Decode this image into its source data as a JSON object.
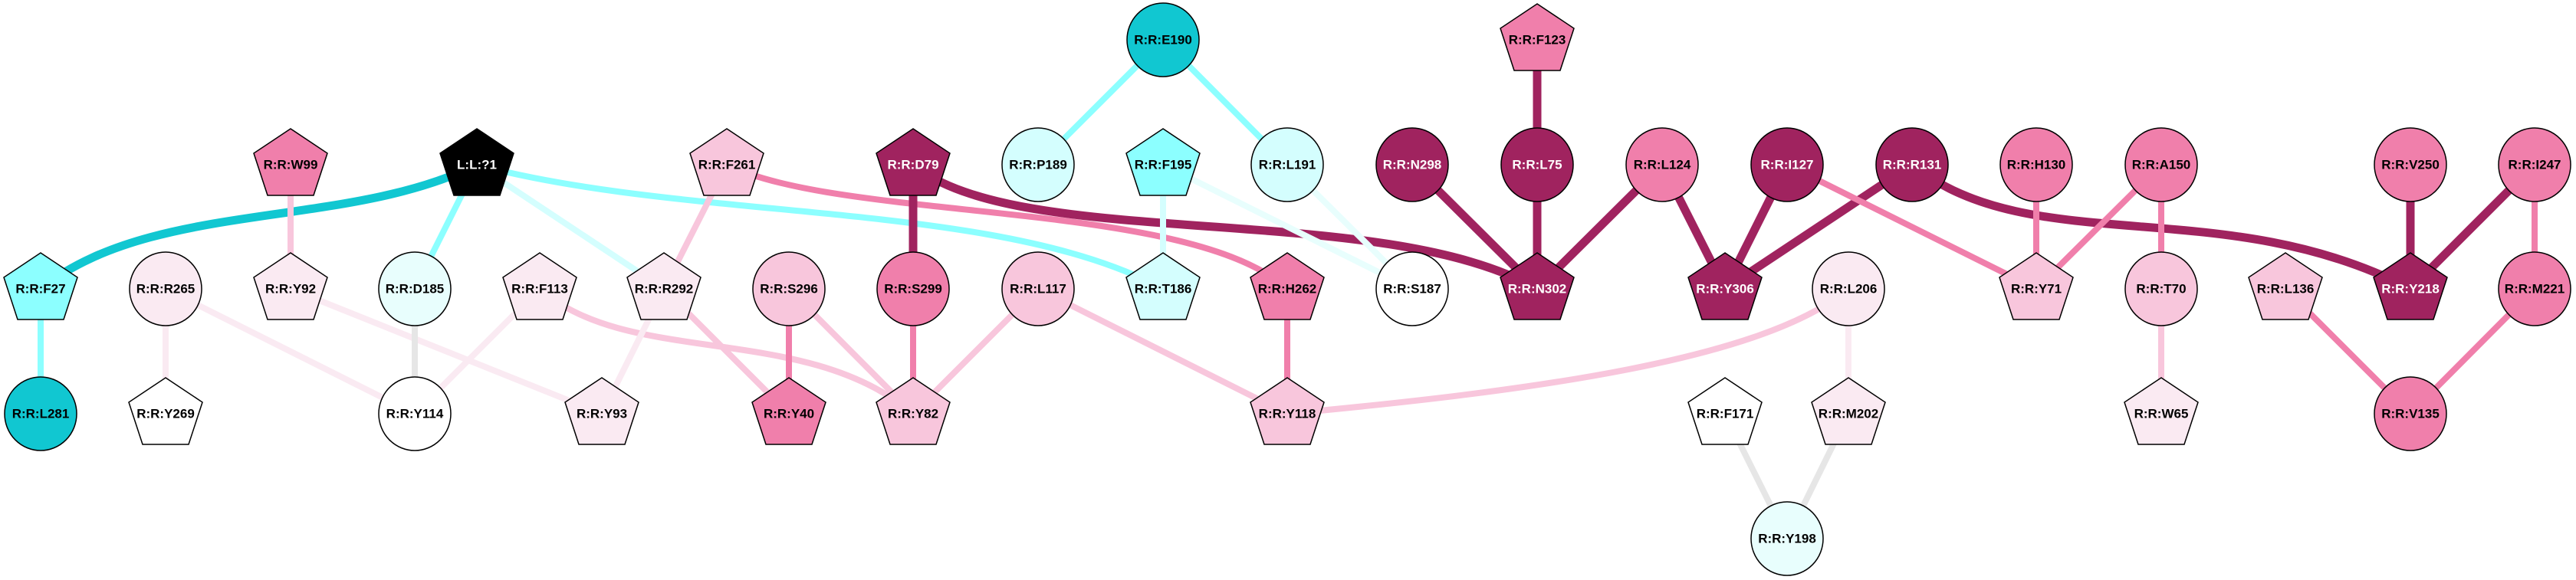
{
  "colors": {
    "dark": "#A0235F",
    "pink": "#F07FAB",
    "lightpink": "#F8C6DC",
    "palepink": "#FAEAF2",
    "cyan": "#11C7D1",
    "aqua": "#8CFFFF",
    "lightaqua": "#D4FEFE",
    "paleaqua": "#E8FEFD",
    "gray": "#E6E6E6",
    "white": "#FFFFFF",
    "black": "#000000"
  },
  "nodes": [
    {
      "id": "E190",
      "label": "R:R:E190",
      "shape": "circle",
      "fill": "cyan"
    },
    {
      "id": "F123",
      "label": "R:R:F123",
      "shape": "pentagon",
      "fill": "pink"
    },
    {
      "id": "W99",
      "label": "R:R:W99",
      "shape": "pentagon",
      "fill": "pink"
    },
    {
      "id": "L1",
      "label": "L:L:?1",
      "shape": "pentagon",
      "fill": "black"
    },
    {
      "id": "F261",
      "label": "R:R:F261",
      "shape": "pentagon",
      "fill": "lightpink"
    },
    {
      "id": "D79",
      "label": "R:R:D79",
      "shape": "pentagon",
      "fill": "dark"
    },
    {
      "id": "P189",
      "label": "R:R:P189",
      "shape": "circle",
      "fill": "lightaqua"
    },
    {
      "id": "F195",
      "label": "R:R:F195",
      "shape": "pentagon",
      "fill": "aqua"
    },
    {
      "id": "L191",
      "label": "R:R:L191",
      "shape": "circle",
      "fill": "lightaqua"
    },
    {
      "id": "N298",
      "label": "R:R:N298",
      "shape": "circle",
      "fill": "dark"
    },
    {
      "id": "L75",
      "label": "R:R:L75",
      "shape": "circle",
      "fill": "dark"
    },
    {
      "id": "L124",
      "label": "R:R:L124",
      "shape": "circle",
      "fill": "pink"
    },
    {
      "id": "I127",
      "label": "R:R:I127",
      "shape": "circle",
      "fill": "dark"
    },
    {
      "id": "R131",
      "label": "R:R:R131",
      "shape": "circle",
      "fill": "dark"
    },
    {
      "id": "H130",
      "label": "R:R:H130",
      "shape": "circle",
      "fill": "pink"
    },
    {
      "id": "A150",
      "label": "R:R:A150",
      "shape": "circle",
      "fill": "pink"
    },
    {
      "id": "V250",
      "label": "R:R:V250",
      "shape": "circle",
      "fill": "pink"
    },
    {
      "id": "I247",
      "label": "R:R:I247",
      "shape": "circle",
      "fill": "pink"
    },
    {
      "id": "F27",
      "label": "R:R:F27",
      "shape": "pentagon",
      "fill": "aqua"
    },
    {
      "id": "R265",
      "label": "R:R:R265",
      "shape": "circle",
      "fill": "palepink"
    },
    {
      "id": "Y92",
      "label": "R:R:Y92",
      "shape": "pentagon",
      "fill": "palepink"
    },
    {
      "id": "D185",
      "label": "R:R:D185",
      "shape": "circle",
      "fill": "paleaqua"
    },
    {
      "id": "F113",
      "label": "R:R:F113",
      "shape": "pentagon",
      "fill": "palepink"
    },
    {
      "id": "R292",
      "label": "R:R:R292",
      "shape": "pentagon",
      "fill": "palepink"
    },
    {
      "id": "S296",
      "label": "R:R:S296",
      "shape": "circle",
      "fill": "lightpink"
    },
    {
      "id": "S299",
      "label": "R:R:S299",
      "shape": "circle",
      "fill": "pink"
    },
    {
      "id": "L117",
      "label": "R:R:L117",
      "shape": "circle",
      "fill": "lightpink"
    },
    {
      "id": "T186",
      "label": "R:R:T186",
      "shape": "pentagon",
      "fill": "lightaqua"
    },
    {
      "id": "H262",
      "label": "R:R:H262",
      "shape": "pentagon",
      "fill": "pink"
    },
    {
      "id": "S187",
      "label": "R:R:S187",
      "shape": "circle",
      "fill": "white"
    },
    {
      "id": "N302",
      "label": "R:R:N302",
      "shape": "pentagon",
      "fill": "dark"
    },
    {
      "id": "Y306",
      "label": "R:R:Y306",
      "shape": "pentagon",
      "fill": "dark"
    },
    {
      "id": "L206",
      "label": "R:R:L206",
      "shape": "circle",
      "fill": "palepink"
    },
    {
      "id": "Y71",
      "label": "R:R:Y71",
      "shape": "pentagon",
      "fill": "lightpink"
    },
    {
      "id": "T70",
      "label": "R:R:T70",
      "shape": "circle",
      "fill": "lightpink"
    },
    {
      "id": "L136",
      "label": "R:R:L136",
      "shape": "pentagon",
      "fill": "lightpink"
    },
    {
      "id": "Y218",
      "label": "R:R:Y218",
      "shape": "pentagon",
      "fill": "dark"
    },
    {
      "id": "M221",
      "label": "R:R:M221",
      "shape": "circle",
      "fill": "pink"
    },
    {
      "id": "L281",
      "label": "R:R:L281",
      "shape": "circle",
      "fill": "cyan"
    },
    {
      "id": "Y269",
      "label": "R:R:Y269",
      "shape": "pentagon",
      "fill": "white"
    },
    {
      "id": "Y114",
      "label": "R:R:Y114",
      "shape": "circle",
      "fill": "white"
    },
    {
      "id": "Y93",
      "label": "R:R:Y93",
      "shape": "pentagon",
      "fill": "palepink"
    },
    {
      "id": "Y40",
      "label": "R:R:Y40",
      "shape": "pentagon",
      "fill": "pink"
    },
    {
      "id": "Y82",
      "label": "R:R:Y82",
      "shape": "pentagon",
      "fill": "lightpink"
    },
    {
      "id": "Y118",
      "label": "R:R:Y118",
      "shape": "pentagon",
      "fill": "lightpink"
    },
    {
      "id": "F171",
      "label": "R:R:F171",
      "shape": "pentagon",
      "fill": "white"
    },
    {
      "id": "M202",
      "label": "R:R:M202",
      "shape": "pentagon",
      "fill": "palepink"
    },
    {
      "id": "W65",
      "label": "R:R:W65",
      "shape": "pentagon",
      "fill": "palepink"
    },
    {
      "id": "V135",
      "label": "R:R:V135",
      "shape": "circle",
      "fill": "pink"
    },
    {
      "id": "Y198",
      "label": "R:R:Y198",
      "shape": "circle",
      "fill": "paleaqua"
    }
  ],
  "edges": [
    {
      "from": "L1",
      "to": "F27",
      "color": "cyan"
    },
    {
      "from": "L1",
      "to": "D185",
      "color": "aqua"
    },
    {
      "from": "L1",
      "to": "R292",
      "color": "lightaqua"
    },
    {
      "from": "L1",
      "to": "T186",
      "color": "aqua"
    },
    {
      "from": "F27",
      "to": "L281",
      "color": "aqua"
    },
    {
      "from": "W99",
      "to": "Y92",
      "color": "lightpink"
    },
    {
      "from": "R265",
      "to": "Y269",
      "color": "palepink"
    },
    {
      "from": "R265",
      "to": "Y114",
      "color": "palepink"
    },
    {
      "from": "Y92",
      "to": "Y93",
      "color": "palepink"
    },
    {
      "from": "D185",
      "to": "Y114",
      "color": "gray"
    },
    {
      "from": "F113",
      "to": "Y114",
      "color": "palepink"
    },
    {
      "from": "F113",
      "to": "Y82",
      "color": "lightpink"
    },
    {
      "from": "R292",
      "to": "Y93",
      "color": "palepink"
    },
    {
      "from": "R292",
      "to": "Y40",
      "color": "lightpink"
    },
    {
      "from": "F261",
      "to": "R292",
      "color": "lightpink"
    },
    {
      "from": "F261",
      "to": "H262",
      "color": "pink"
    },
    {
      "from": "S296",
      "to": "Y40",
      "color": "pink"
    },
    {
      "from": "S296",
      "to": "Y82",
      "color": "lightpink"
    },
    {
      "from": "D79",
      "to": "S299",
      "color": "dark"
    },
    {
      "from": "D79",
      "to": "N302",
      "color": "dark"
    },
    {
      "from": "S299",
      "to": "Y82",
      "color": "pink"
    },
    {
      "from": "L117",
      "to": "Y82",
      "color": "lightpink"
    },
    {
      "from": "L117",
      "to": "Y118",
      "color": "lightpink"
    },
    {
      "from": "E190",
      "to": "P189",
      "color": "aqua"
    },
    {
      "from": "E190",
      "to": "L191",
      "color": "aqua"
    },
    {
      "from": "F195",
      "to": "T186",
      "color": "lightaqua"
    },
    {
      "from": "F195",
      "to": "S187",
      "color": "paleaqua"
    },
    {
      "from": "L191",
      "to": "S187",
      "color": "paleaqua"
    },
    {
      "from": "H262",
      "to": "Y118",
      "color": "pink"
    },
    {
      "from": "Y118",
      "to": "L206",
      "color": "lightpink"
    },
    {
      "from": "F123",
      "to": "L75",
      "color": "dark"
    },
    {
      "from": "N298",
      "to": "N302",
      "color": "dark"
    },
    {
      "from": "L75",
      "to": "N302",
      "color": "dark"
    },
    {
      "from": "L124",
      "to": "N302",
      "color": "dark"
    },
    {
      "from": "L124",
      "to": "Y306",
      "color": "dark"
    },
    {
      "from": "I127",
      "to": "Y306",
      "color": "dark"
    },
    {
      "from": "R131",
      "to": "Y306",
      "color": "dark"
    },
    {
      "from": "I127",
      "to": "Y71",
      "color": "pink"
    },
    {
      "from": "R131",
      "to": "Y218",
      "color": "dark"
    },
    {
      "from": "H130",
      "to": "Y71",
      "color": "pink"
    },
    {
      "from": "A150",
      "to": "Y71",
      "color": "pink"
    },
    {
      "from": "A150",
      "to": "T70",
      "color": "pink"
    },
    {
      "from": "T70",
      "to": "W65",
      "color": "lightpink"
    },
    {
      "from": "L206",
      "to": "M202",
      "color": "palepink"
    },
    {
      "from": "F171",
      "to": "Y198",
      "color": "gray"
    },
    {
      "from": "M202",
      "to": "Y198",
      "color": "gray"
    },
    {
      "from": "L136",
      "to": "V135",
      "color": "pink"
    },
    {
      "from": "V250",
      "to": "Y218",
      "color": "dark"
    },
    {
      "from": "I247",
      "to": "Y218",
      "color": "dark"
    },
    {
      "from": "I247",
      "to": "M221",
      "color": "pink"
    },
    {
      "from": "M221",
      "to": "V135",
      "color": "pink"
    }
  ]
}
